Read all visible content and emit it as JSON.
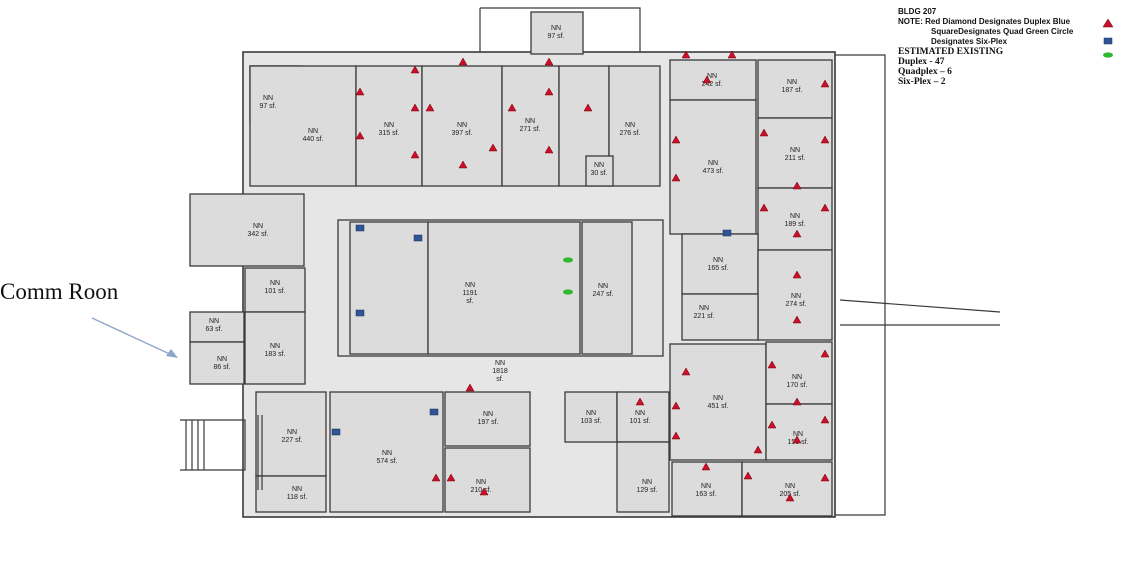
{
  "legend": {
    "building": "BLDG 207",
    "note_line1": "NOTE: Red Diamond Designates Duplex Blue",
    "note_line2": "SquareDesignates Quad Green Circle",
    "note_line3": "Designates Six-Plex",
    "estimated_title": "ESTIMATED EXISTING",
    "duplex": "Duplex - 47",
    "quadplex": "Quadplex – 6",
    "sixplex": "Six-Plex – 2",
    "icons": {
      "duplex": "red-triangle-icon",
      "quad": "blue-square-icon",
      "sixplex": "green-ellipse-icon"
    },
    "colors": {
      "duplex": "#c8102e",
      "quad": "#2f5597",
      "sixplex": "#2eb82e"
    }
  },
  "annotation": {
    "text": "Comm Roon"
  },
  "rooms": {
    "r97top": [
      "NN",
      "97 sf."
    ],
    "r97l": [
      "NN",
      "97 sf."
    ],
    "r440": [
      "NN",
      "440 sf."
    ],
    "r315": [
      "NN",
      "315 sf."
    ],
    "r397": [
      "NN",
      "397 sf."
    ],
    "r271": [
      "NN",
      "271 sf."
    ],
    "r276": [
      "NN",
      "276 sf."
    ],
    "r30": [
      "NN",
      "30 sf."
    ],
    "r242": [
      "NN",
      "242 sf."
    ],
    "r187": [
      "NN",
      "187 sf."
    ],
    "r473": [
      "NN",
      "473 sf."
    ],
    "r211": [
      "NN",
      "211 sf."
    ],
    "r189": [
      "NN",
      "189 sf."
    ],
    "r165": [
      "NN",
      "165 sf."
    ],
    "r274": [
      "NN",
      "274 sf."
    ],
    "r221": [
      "NN",
      "221 sf."
    ],
    "r342": [
      "NN",
      "342 sf."
    ],
    "r101l": [
      "NN",
      "101 sf."
    ],
    "r63": [
      "NN",
      "63 sf."
    ],
    "r183": [
      "NN",
      "183 sf."
    ],
    "r86": [
      "NN",
      "86 sf."
    ],
    "r1191": [
      "NN",
      "1191",
      "sf."
    ],
    "r247": [
      "NN",
      "247 sf."
    ],
    "r1818": [
      "NN",
      "1818",
      "sf."
    ],
    "r227": [
      "NN",
      "227 sf."
    ],
    "r118": [
      "NN",
      "118 sf."
    ],
    "r574": [
      "NN",
      "574 sf."
    ],
    "r197": [
      "NN",
      "197 sf."
    ],
    "r210": [
      "NN",
      "210 sf."
    ],
    "r103": [
      "NN",
      "103 sf."
    ],
    "r101r": [
      "NN",
      "101 sf."
    ],
    "r129": [
      "NN",
      "129 sf."
    ],
    "r451": [
      "NN",
      "451 sf."
    ],
    "r170": [
      "NN",
      "170 sf."
    ],
    "r156": [
      "NN",
      "156 sf."
    ],
    "r163": [
      "NN",
      "163 sf."
    ],
    "r205": [
      "NN",
      "205 sf."
    ]
  }
}
